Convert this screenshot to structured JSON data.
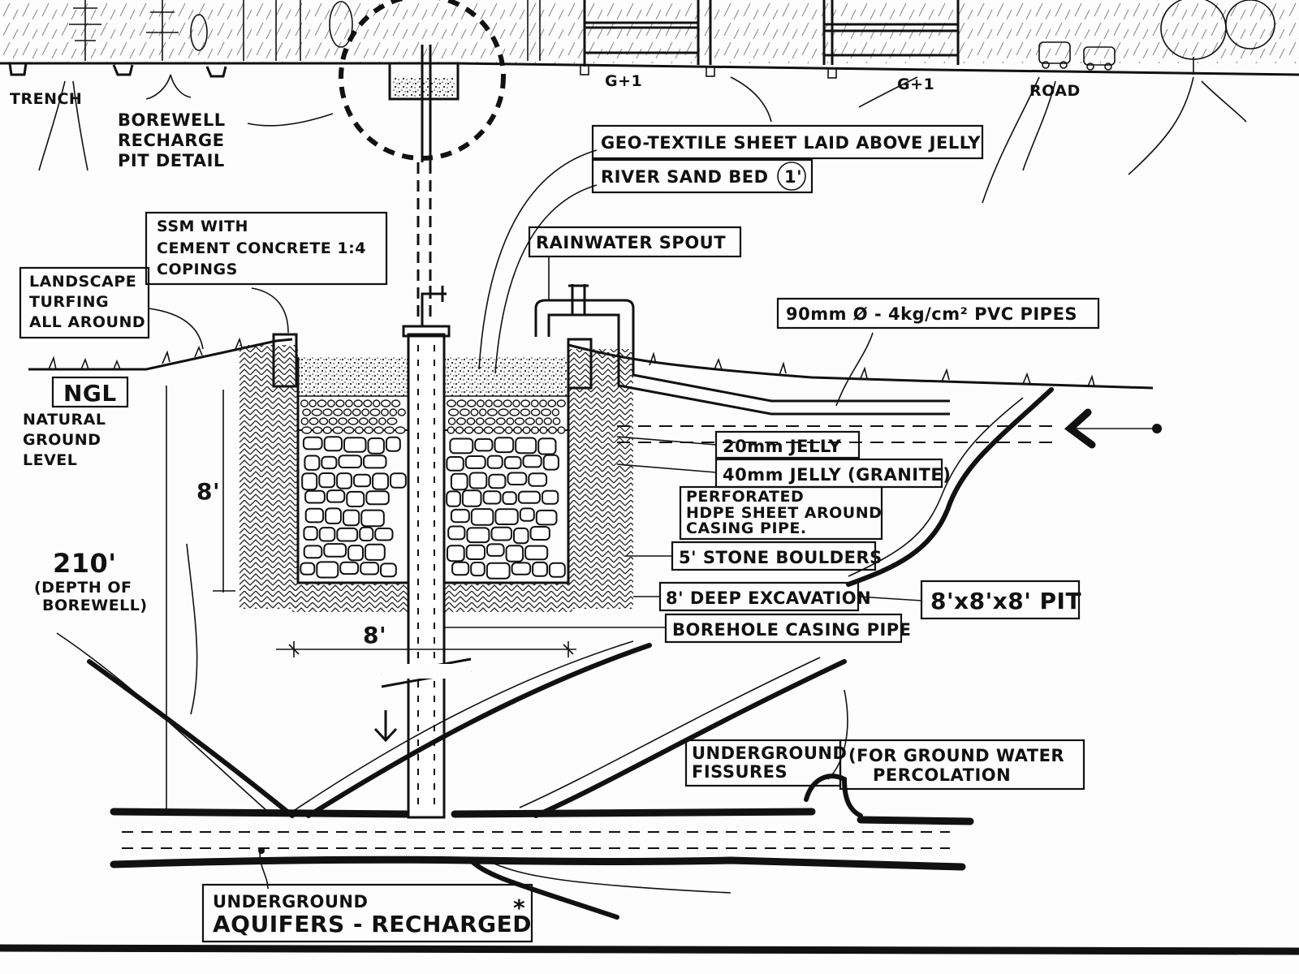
{
  "labels": {
    "trench": "TRENCH",
    "g1_left": "G+1",
    "g1_right": "G+1",
    "road": "ROAD",
    "borewell_recharge": [
      "BOREWELL",
      "RECHARGE",
      "PIT DETAIL"
    ],
    "geotextile": "GEO-TEXTILE SHEET LAID ABOVE JELLY",
    "river_sand": "RIVER SAND BED",
    "river_sand_dim": "1'",
    "ssm": [
      "SSM WITH",
      "CEMENT CONCRETE 1:4",
      "COPINGS"
    ],
    "landscape": [
      "LANDSCAPE",
      "TURFING",
      "ALL AROUND"
    ],
    "rainwater_spout": "RAINWATER SPOUT",
    "pvc_pipes": "90mm Ø - 4kg/cm² PVC PIPES",
    "ngl": "NGL",
    "natural_ground": [
      "NATURAL",
      "GROUND",
      "LEVEL"
    ],
    "jelly20": "20mm JELLY",
    "jelly40": "40mm JELLY (GRANITE)",
    "perforated": [
      "PERFORATED",
      "HDPE SHEET AROUND",
      "CASING PIPE."
    ],
    "stone_boulders": "5' STONE BOULDERS",
    "deep_excavation": "8' DEEP EXCAVATION",
    "pit_size": "8'x8'x8' PIT",
    "borehole_casing": "BOREHOLE CASING PIPE",
    "dim_8_vertical": "8'",
    "dim_8_horizontal": "8'",
    "depth_210": "210'",
    "depth_borewell": [
      "(DEPTH OF",
      "BOREWELL)"
    ],
    "underground_fissures": [
      "UNDERGROUND",
      "FISSURES"
    ],
    "ground_water": [
      "(FOR GROUND WATER",
      "PERCOLATION"
    ],
    "aquifers": [
      "UNDERGROUND",
      "AQUIFERS - RECHARGED"
    ],
    "aquifers_mark": "*"
  }
}
